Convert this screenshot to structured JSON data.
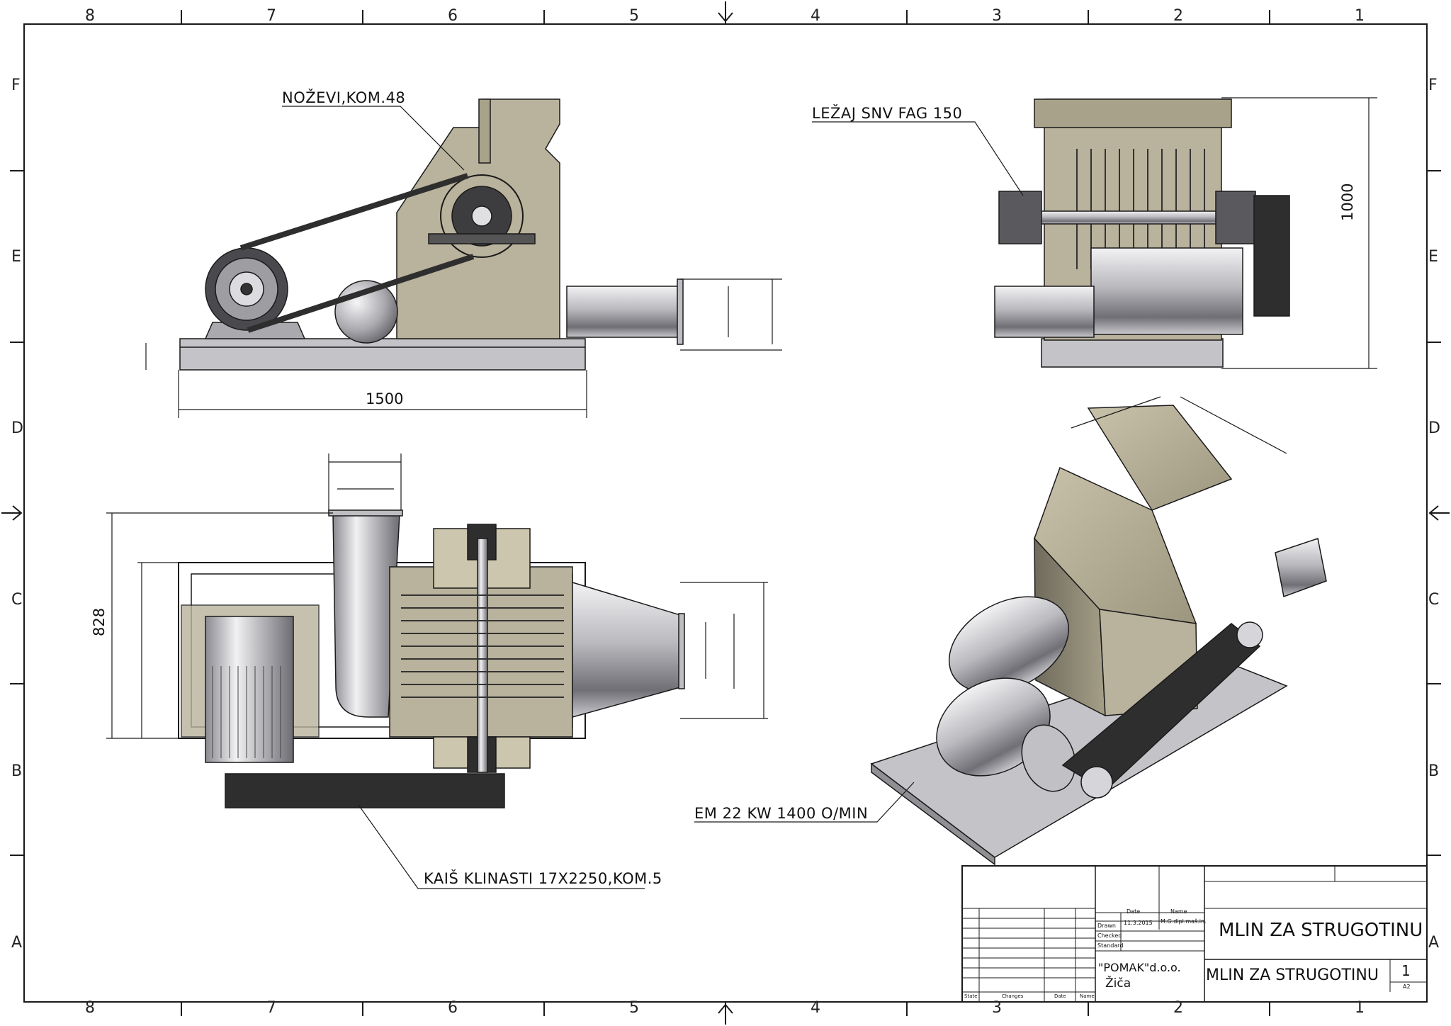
{
  "zones": {
    "columns": [
      "8",
      "7",
      "6",
      "5",
      "4",
      "3",
      "2",
      "1"
    ],
    "rows": [
      "F",
      "E",
      "D",
      "C",
      "B",
      "A"
    ]
  },
  "callouts": {
    "knives": "NOŽEVI,KOM.48",
    "bearing": "LEŽAJ SNV FAG 150",
    "motor": "EM 22 KW 1400 O/MIN",
    "belt": "KAIŠ KLINASTI 17X2250,KOM.5"
  },
  "dimensions": {
    "length": "1500",
    "height": "1000",
    "width": "828"
  },
  "title_block": {
    "col_date": "Date",
    "col_name": "Name",
    "row_drawn": "Drawn",
    "row_checked": "Checked",
    "row_standard": "Standard",
    "drawn_date": "11.3.2015",
    "drawn_name": "M.G.dipl.maš.in.",
    "title": "MLIN ZA STRUGOTINU",
    "drawing_name": "MLIN ZA STRUGOTINU",
    "company": "\"POMAK\"d.o.o.",
    "city": "Žiča",
    "sheet_number": "1",
    "paper_format": "A2",
    "footer_state": "State",
    "footer_changes": "Changes",
    "footer_date": "Date",
    "footer_name": "Name"
  },
  "colors": {
    "housing": "#b9b29c",
    "housing_dark": "#8f8874",
    "steel": "#c8c8cc",
    "belt": "#2e2e2e",
    "line": "#1a1a1a"
  }
}
